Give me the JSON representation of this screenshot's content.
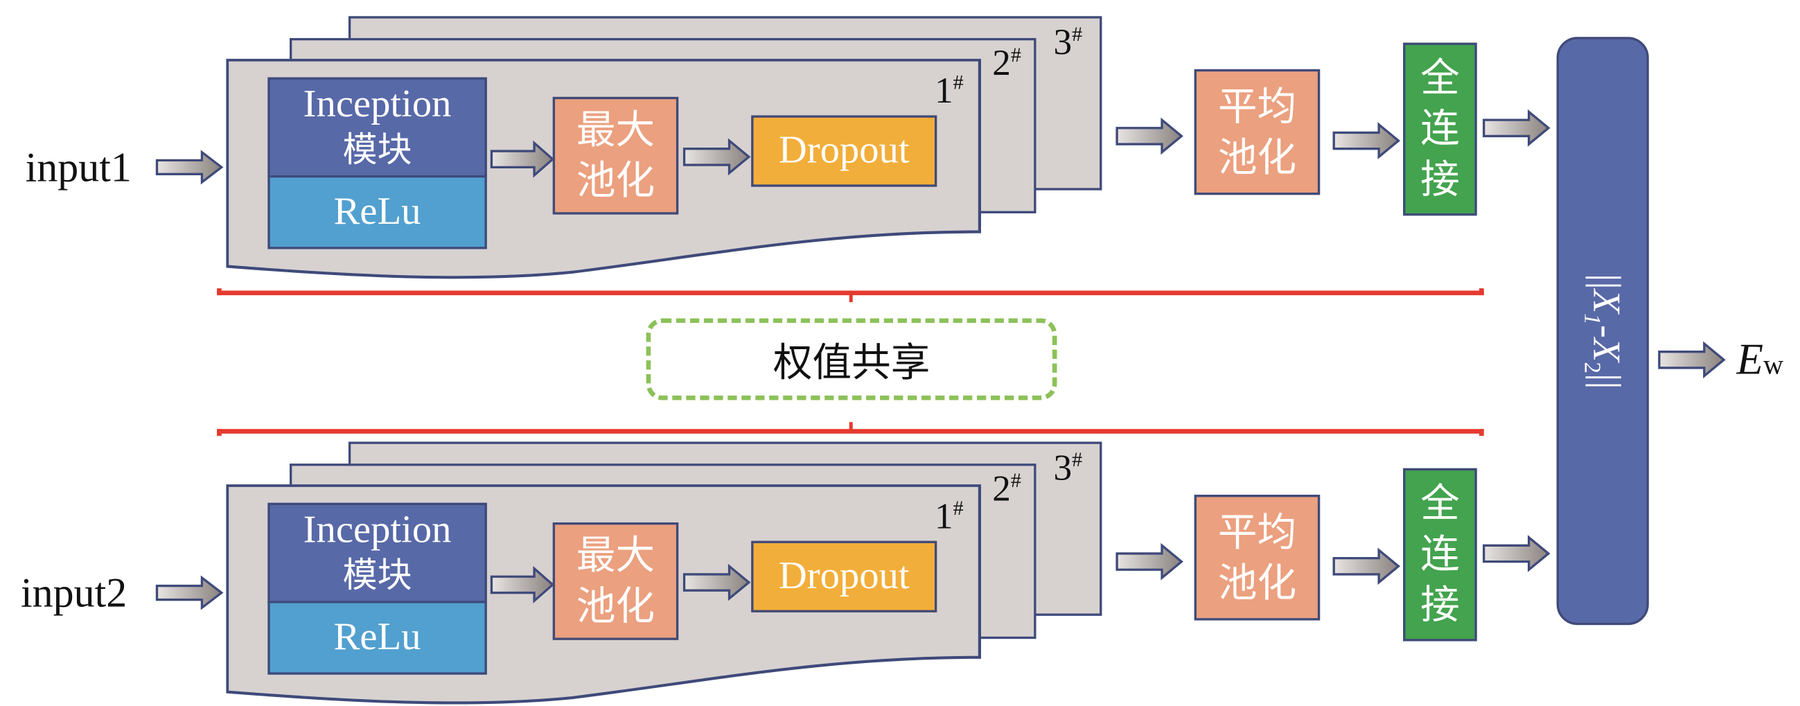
{
  "inputs": {
    "top": "input1",
    "bottom": "input2"
  },
  "branch": {
    "inception_line1": "Inception",
    "inception_line2": "模块",
    "relu": "ReLu",
    "max_pool_line1": "最大",
    "max_pool_line2": "池化",
    "dropout": "Dropout",
    "stack_labels": [
      {
        "num": "1",
        "sup": "#"
      },
      {
        "num": "2",
        "sup": "#"
      },
      {
        "num": "3",
        "sup": "#"
      }
    ],
    "avg_pool_line1": "平均",
    "avg_pool_line2": "池化",
    "fc_chars": [
      "全",
      "连",
      "接"
    ]
  },
  "shared_weights": "权值共享",
  "distance": {
    "prefix": "||",
    "x1": "X",
    "sub1": "1",
    "minus": "-",
    "x2": "X",
    "sub2": "2",
    "suffix": "||"
  },
  "output": {
    "symbol": "E",
    "subscript": "w"
  },
  "colors": {
    "inception": "#5869a7",
    "relu": "#52a0cf",
    "pooling": "#eba07f",
    "dropout": "#f2ae3a",
    "fully_connected": "#43a34e",
    "distance_block": "#5869a7",
    "card": "#d7d2d0",
    "bracket": "#e53a2f",
    "shared_border": "#8cc15a"
  }
}
